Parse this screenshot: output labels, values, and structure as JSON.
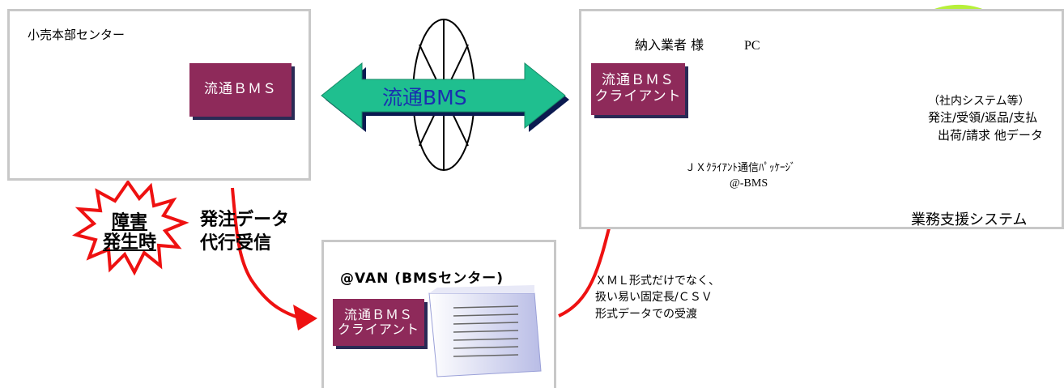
{
  "retail_hq": {
    "title": "小売本部センター",
    "bms_label": "流通ＢＭＳ"
  },
  "center_arrow": {
    "label": "流通BMS"
  },
  "supplier": {
    "title": "納入業者 様",
    "pc_label": "PC",
    "client_label": "流通ＢＭＳ\nクライアント",
    "client_line1": "流通ＢＭＳ",
    "client_line2": "クライアント",
    "software_line1": "ＪＸｸﾗｲｱﾝﾄ通信ﾊﾟｯｹｰｼﾞ",
    "software_line2": "@-BMS",
    "internal_line1": "（社内システム等）",
    "internal_line2": "発注/受領/返品/支払",
    "internal_line3": "出荷/請求  他データ",
    "business_support": "業務支援システム"
  },
  "failure_badge": {
    "line1": "障害",
    "line2": "発生時"
  },
  "proxy_label": {
    "line1": "発注データ",
    "line2": "代行受信"
  },
  "van": {
    "title": "@VAN (BMSセンター)",
    "client_line1": "流通ＢＭＳ",
    "client_line2": "クライアント"
  },
  "format_note": {
    "line1": "ＸＭＬ形式だけでなく、",
    "line2": "扱い易い固定長/ＣＳＶ",
    "line3": "形式データでの受渡"
  },
  "colors": {
    "bms_box": "#8e2a5a",
    "arrow_fill": "#1fbf8f",
    "arrow_text": "#1a2fb0",
    "red_arrow": "#ee1111",
    "panel_border": "#c8c8c8"
  }
}
